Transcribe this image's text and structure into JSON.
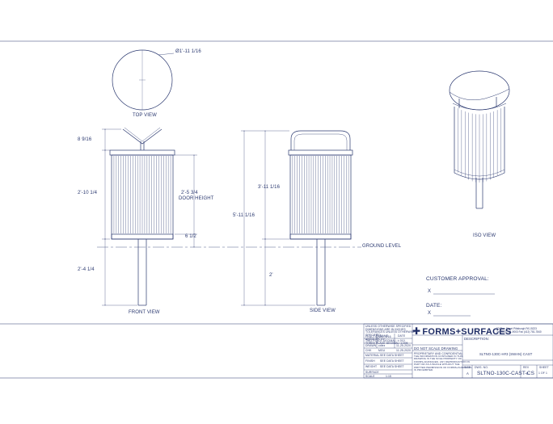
{
  "dimensions": {
    "top_diameter": "Ø1'-11 1/16",
    "front_top": "8 9/16",
    "front_body": "2'-10 1/4",
    "front_post": "2'-4 1/4",
    "door_height_value": "2'-5 3/4",
    "door_height_label": "DOOR HEIGHT",
    "door_bottom": "6 1/2",
    "side_overall": "5'-11 1/16",
    "side_body": "3'-11 1/16",
    "side_post": "2'"
  },
  "views": {
    "top": "TOP VIEW",
    "front": "FRONT VIEW",
    "side": "SIDE VIEW",
    "iso": "ISO VIEW",
    "ground": "GROUND LEVEL"
  },
  "approval": {
    "customer_label": "CUSTOMER APPROVAL:",
    "x1": "X",
    "date_label": "DATE:",
    "x2": "X"
  },
  "title_block": {
    "notes": [
      "UNLESS OTHERWISE SPECIFIED",
      "DIMENSIONS ARE IN INCHES",
      "TOLERANCES UNLESS OTHERWISE",
      "SPECIFIED:",
      "FRACTIONAL: 1/16",
      "ANGULAR: ±1°",
      "TWO PLACE DECIMAL: ±.010",
      "THREE PLACE DECIMAL: ±.005"
    ],
    "grid_headers": [
      "NAME",
      "DATE"
    ],
    "drawn_label": "DRAWN",
    "drawn_name": "cdiez",
    "drawn_date": "11-25-2020",
    "checked_label": "CHK",
    "checked_name": "MGU",
    "checked_date": "11-25-2020",
    "material_label": "MATERIAL",
    "material_value": "SEE DATA SHEET",
    "finish_label": "FINISH",
    "finish_value": "SEE DATA SHEET",
    "weight_label": "WEIGHT",
    "weight_value": "SEE DATA SHEET",
    "surface_label": "SURFACE",
    "scale_label": "SCALE",
    "scale_value": "1:15",
    "do_not_scale": "DO NOT SCALE DRAWING",
    "proprietary_title": "PROPRIETARY AND CONFIDENTIAL",
    "proprietary_lines": [
      "THE INFORMATION CONTAINED IN THIS",
      "DRAWING IS THE SOLE PROPERTY OF",
      "FORMS+SURFACES. ANY REPRODUCTION IN",
      "PART OR AS A WHOLE WITHOUT THE",
      "WRITTEN PERMISSION OF FORMS+SURFACES",
      "IS PROHIBITED."
    ],
    "brand": "FORMS+SURFACES",
    "address_lines": [
      "30 Pine Street Pittsburgh PA 15223",
      "Tel (412) 781-9003 Fax (412) 781-7840"
    ],
    "description_label": "DESCRIPTION:",
    "description_value": "SLTNO-130C-H#3 (SWAN) CAST",
    "size_label": "SIZE",
    "size_value": "A",
    "dwg_label": "DWG. NO.",
    "dwg_value": "SLTNO-130C-CAST-CS",
    "rev_label": "REV",
    "rev_value": "0",
    "sheet_label": "SHEET",
    "sheet_value": "1 OF 1"
  }
}
